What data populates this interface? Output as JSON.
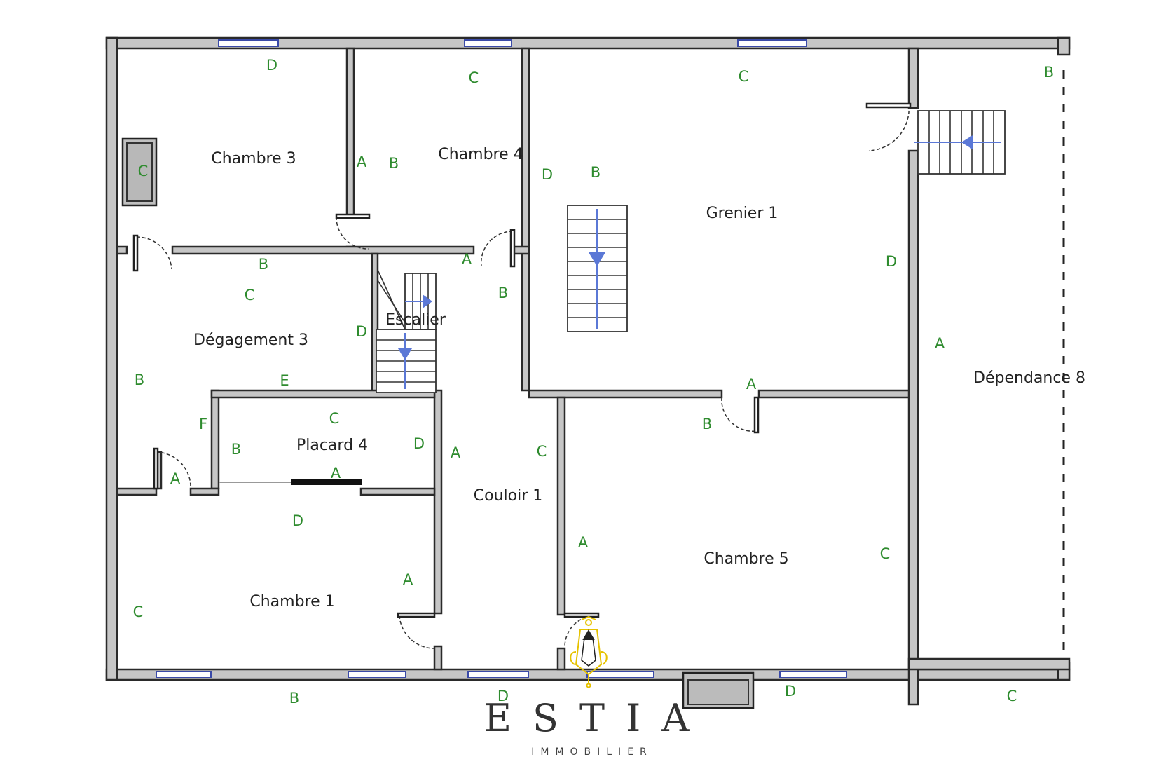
{
  "rooms": {
    "chambre_3": "Chambre 3",
    "chambre_4": "Chambre 4",
    "grenier_1": "Grenier 1",
    "degagement_3": "Dégagement 3",
    "escalier": "Escalier",
    "placard_4": "Placard 4",
    "couloir_1": "Couloir 1",
    "chambre_1": "Chambre 1",
    "chambre_5": "Chambre 5",
    "dependance_8": "Dépendance  8"
  },
  "wall_letters": {
    "chambre_3": {
      "top": "D",
      "left": "C",
      "right": "A",
      "bottom": "B"
    },
    "chambre_4": {
      "top": "C",
      "left": "B",
      "right": "D",
      "bottom": "A"
    },
    "grenier_1": {
      "top": "C",
      "left": "B",
      "right": "D",
      "bottom": "A"
    },
    "degagement_3": {
      "top": "C",
      "left": "B",
      "right": "D",
      "bottom": "E",
      "inner": "F"
    },
    "couloir_1": {
      "top": "B",
      "left": "A",
      "right": "C",
      "bottom": "D"
    },
    "placard_4": {
      "top": "C",
      "left": "B",
      "right": "D",
      "bottom": "A"
    },
    "chambre_1": {
      "top": "D",
      "left": "C",
      "right": "A",
      "bottom": "B",
      "door": "A"
    },
    "chambre_5": {
      "top": "B",
      "left": "A",
      "right": "C",
      "bottom": "D"
    },
    "dependance_8": {
      "top": "B",
      "left": "A",
      "bottom": "C"
    }
  },
  "brand": {
    "name": "ESTIA",
    "subtitle": "IMMOBILIER"
  },
  "colors": {
    "wall_fill": "#c6c6c6",
    "wall_stroke": "#2a2a2a",
    "letters": "#2e8b2e",
    "window": "#3a4aa8",
    "stair_arrow": "#5b78d6",
    "logo_gold": "#e6c200"
  }
}
